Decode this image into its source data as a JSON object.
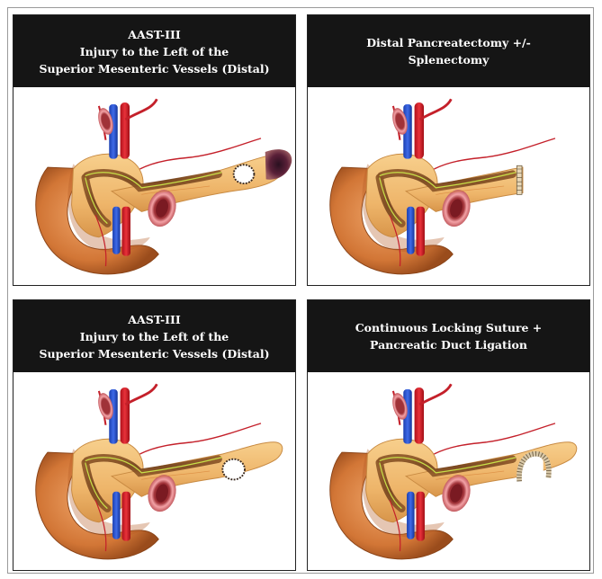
{
  "panels": [
    {
      "lines": [
        "AAST-III",
        "Injury to the Left of the",
        "Superior Mesenteric Vessels (Distal)"
      ],
      "variant": "injury-tail"
    },
    {
      "lines": [
        "Distal Pancreatectomy +/-",
        "Splenectomy"
      ],
      "variant": "resected"
    },
    {
      "lines": [
        "AAST-III",
        "Injury to the Left of the",
        "Superior Mesenteric Vessels (Distal)"
      ],
      "variant": "injury-body"
    },
    {
      "lines": [
        "Continuous Locking Suture +",
        "Pancreatic Duct Ligation"
      ],
      "variant": "sutured"
    }
  ]
}
